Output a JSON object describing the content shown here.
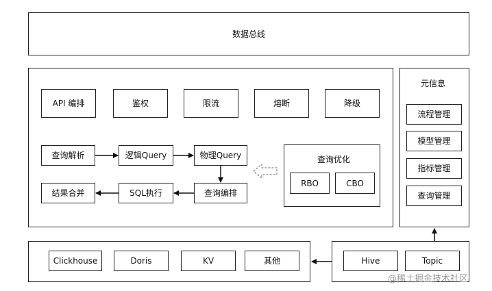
{
  "data_bus": {
    "label": "数据总线"
  },
  "service_layer": {
    "top_row": [
      "API 编排",
      "鉴权",
      "限流",
      "熔断",
      "降级"
    ],
    "flow": {
      "parse": "查询解析",
      "logical": "逻辑Query",
      "physical": "物理Query",
      "orchestrate": "查询编排",
      "sql_exec": "SQL执行",
      "merge": "结果合并"
    },
    "optimizer": {
      "title": "查询优化",
      "rbo": "RBO",
      "cbo": "CBO"
    }
  },
  "metadata": {
    "title": "元信息",
    "items": [
      "流程管理",
      "模型管理",
      "指标管理",
      "查询管理"
    ]
  },
  "storage": {
    "items": [
      "Clickhouse",
      "Doris",
      "KV",
      "其他"
    ]
  },
  "sources": {
    "items": [
      "Hive",
      "Topic"
    ]
  },
  "watermark": "@稀土掘金技术社区"
}
